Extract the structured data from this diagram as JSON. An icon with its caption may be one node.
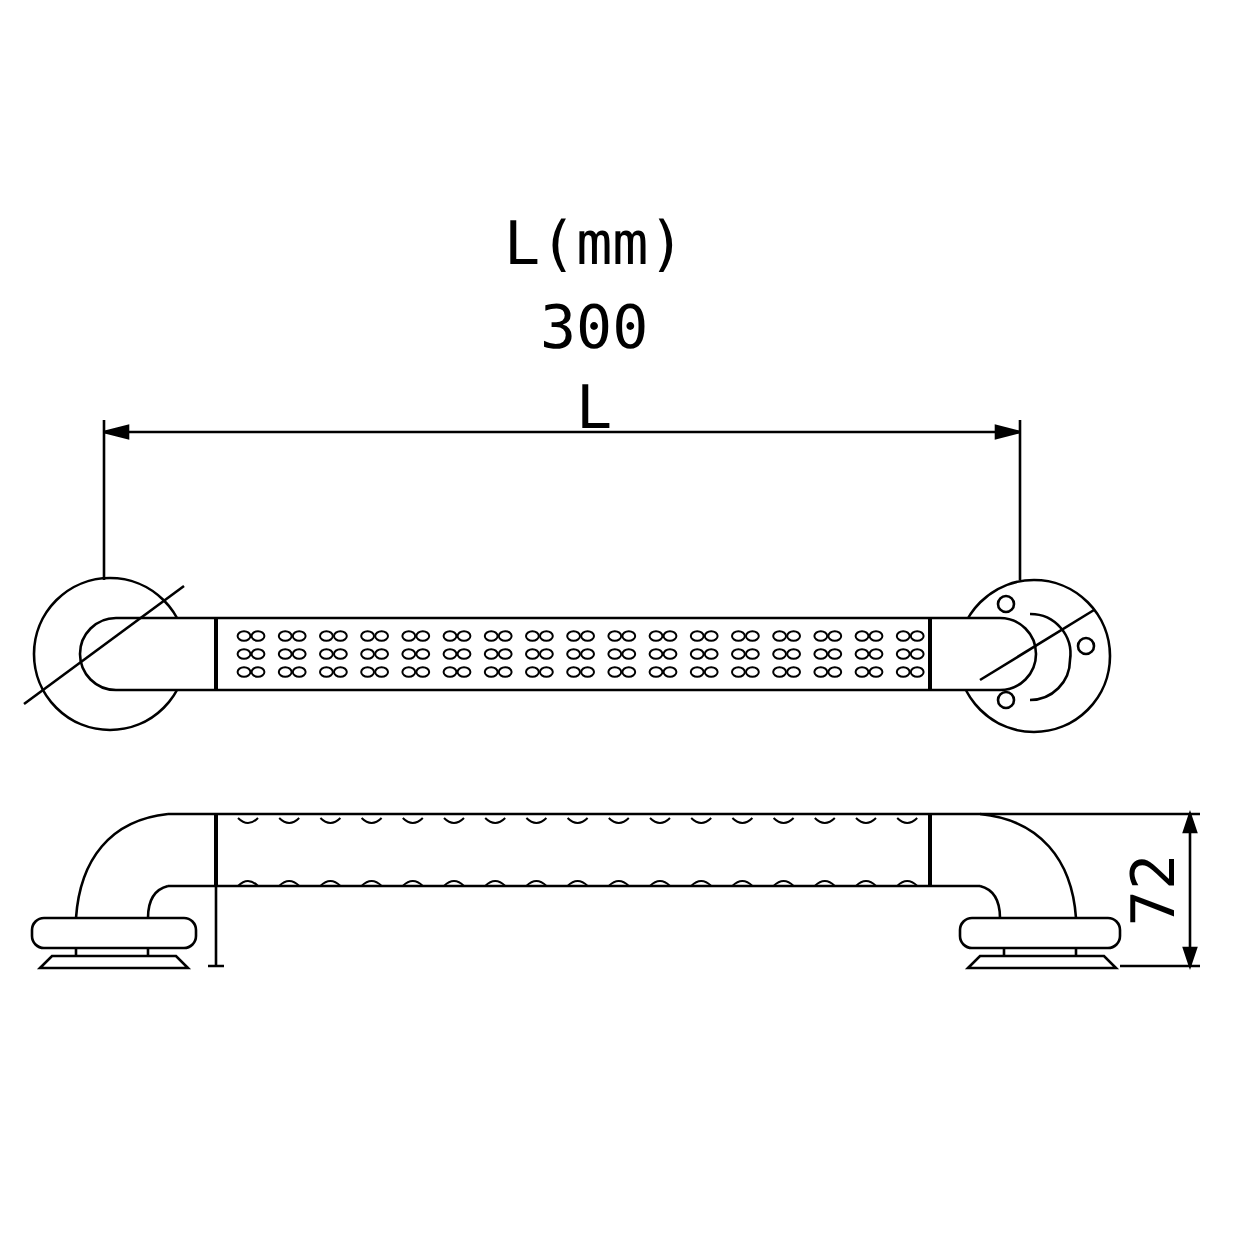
{
  "diagram": {
    "labels": [
      "L(mm)",
      "300",
      "L",
      "72"
    ]
  }
}
